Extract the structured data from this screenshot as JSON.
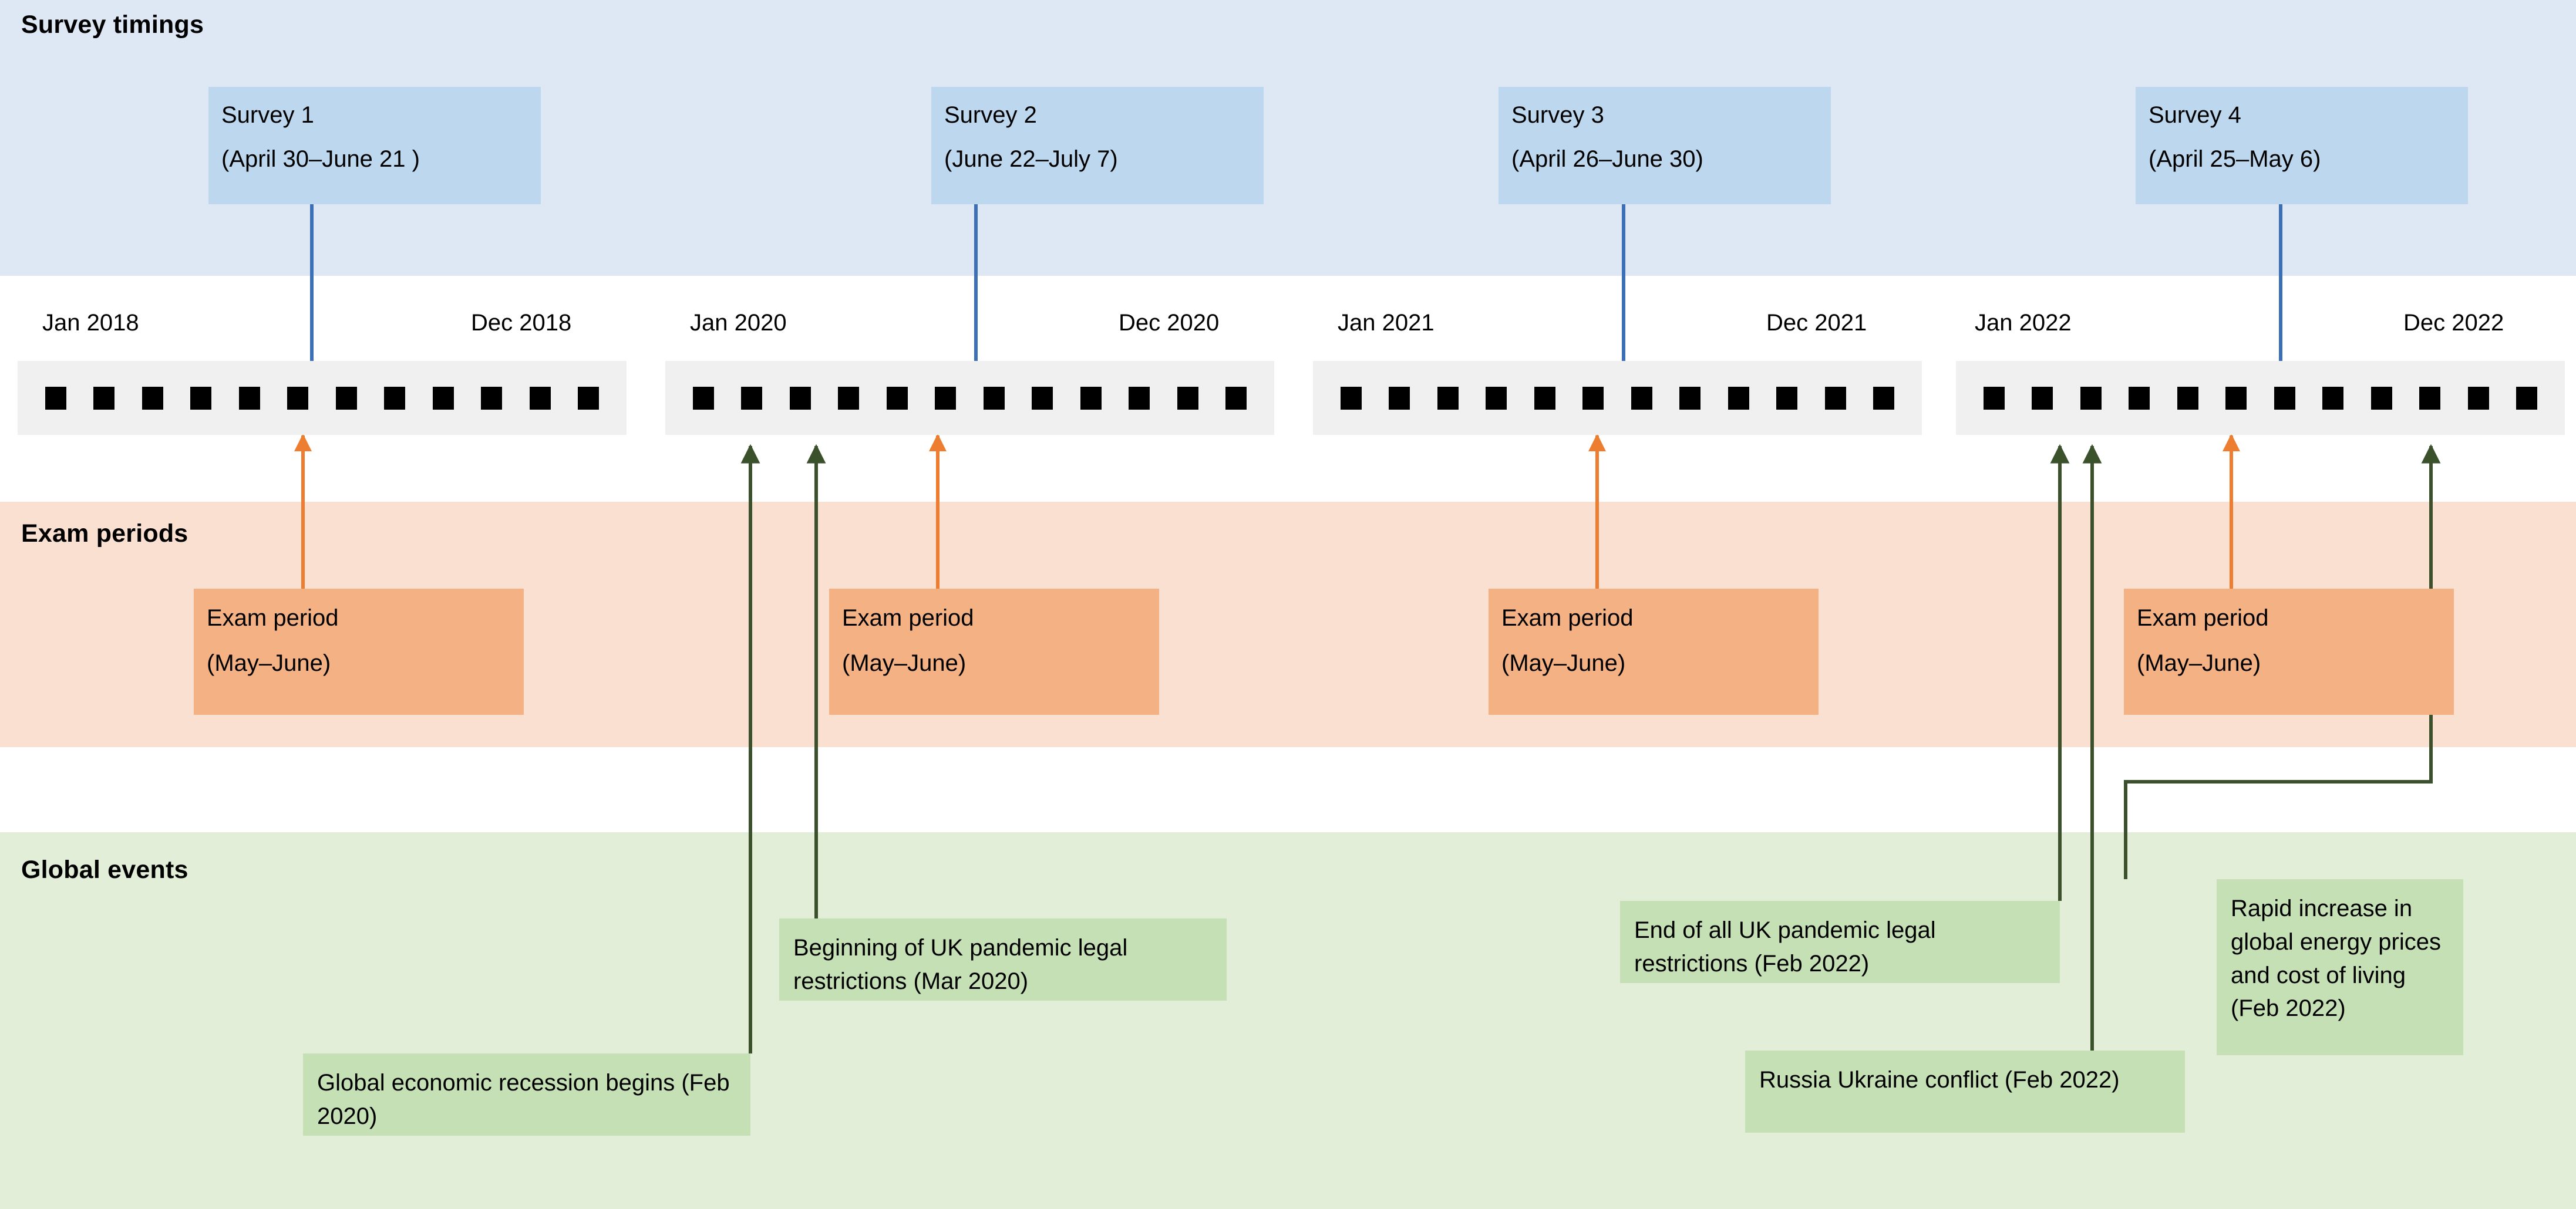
{
  "sections": {
    "survey": {
      "title": "Survey timings"
    },
    "exam": {
      "title": "Exam periods"
    },
    "global": {
      "title": "Global events"
    }
  },
  "timelines": [
    {
      "start_label": "Jan 2018",
      "end_label": "Dec 2018",
      "month_count": 12
    },
    {
      "start_label": "Jan 2020",
      "end_label": "Dec 2020",
      "month_count": 12
    },
    {
      "start_label": "Jan 2021",
      "end_label": "Dec 2021",
      "month_count": 12
    },
    {
      "start_label": "Jan 2022",
      "end_label": "Dec 2022",
      "month_count": 12
    }
  ],
  "surveys": [
    {
      "name": "Survey 1",
      "dates": "(April 30–June 21 )"
    },
    {
      "name": "Survey 2",
      "dates": "(June 22–July 7)"
    },
    {
      "name": "Survey 3",
      "dates": "(April 26–June 30)"
    },
    {
      "name": "Survey 4",
      "dates": "(April 25–May 6)"
    }
  ],
  "exam_periods": [
    {
      "name": "Exam period",
      "dates": "(May–June)"
    },
    {
      "name": "Exam period",
      "dates": "(May–June)"
    },
    {
      "name": "Exam period",
      "dates": "(May–June)"
    },
    {
      "name": "Exam period",
      "dates": "(May–June)"
    }
  ],
  "global_events": [
    {
      "text": "Global economic recession begins (Feb 2020)"
    },
    {
      "text": "Beginning of UK pandemic legal restrictions (Mar 2020)"
    },
    {
      "text": "End of all UK pandemic legal restrictions (Feb 2022)"
    },
    {
      "text": "Russia Ukraine conflict (Feb 2022)"
    },
    {
      "text": "Rapid increase in global energy prices and cost of living (Feb 2022)"
    }
  ],
  "colors": {
    "survey_band": "#dee8f5",
    "survey_box": "#bdd7ee",
    "survey_arrow": "#3b6fb6",
    "exam_band": "#fae0d1",
    "exam_box": "#f4b183",
    "exam_arrow": "#ed7d31",
    "global_band": "#e2eed8",
    "global_box": "#c5e0b4",
    "global_arrow": "#3a512b",
    "timeline_strip": "#f0f0f0",
    "month_marker": "#000000"
  }
}
